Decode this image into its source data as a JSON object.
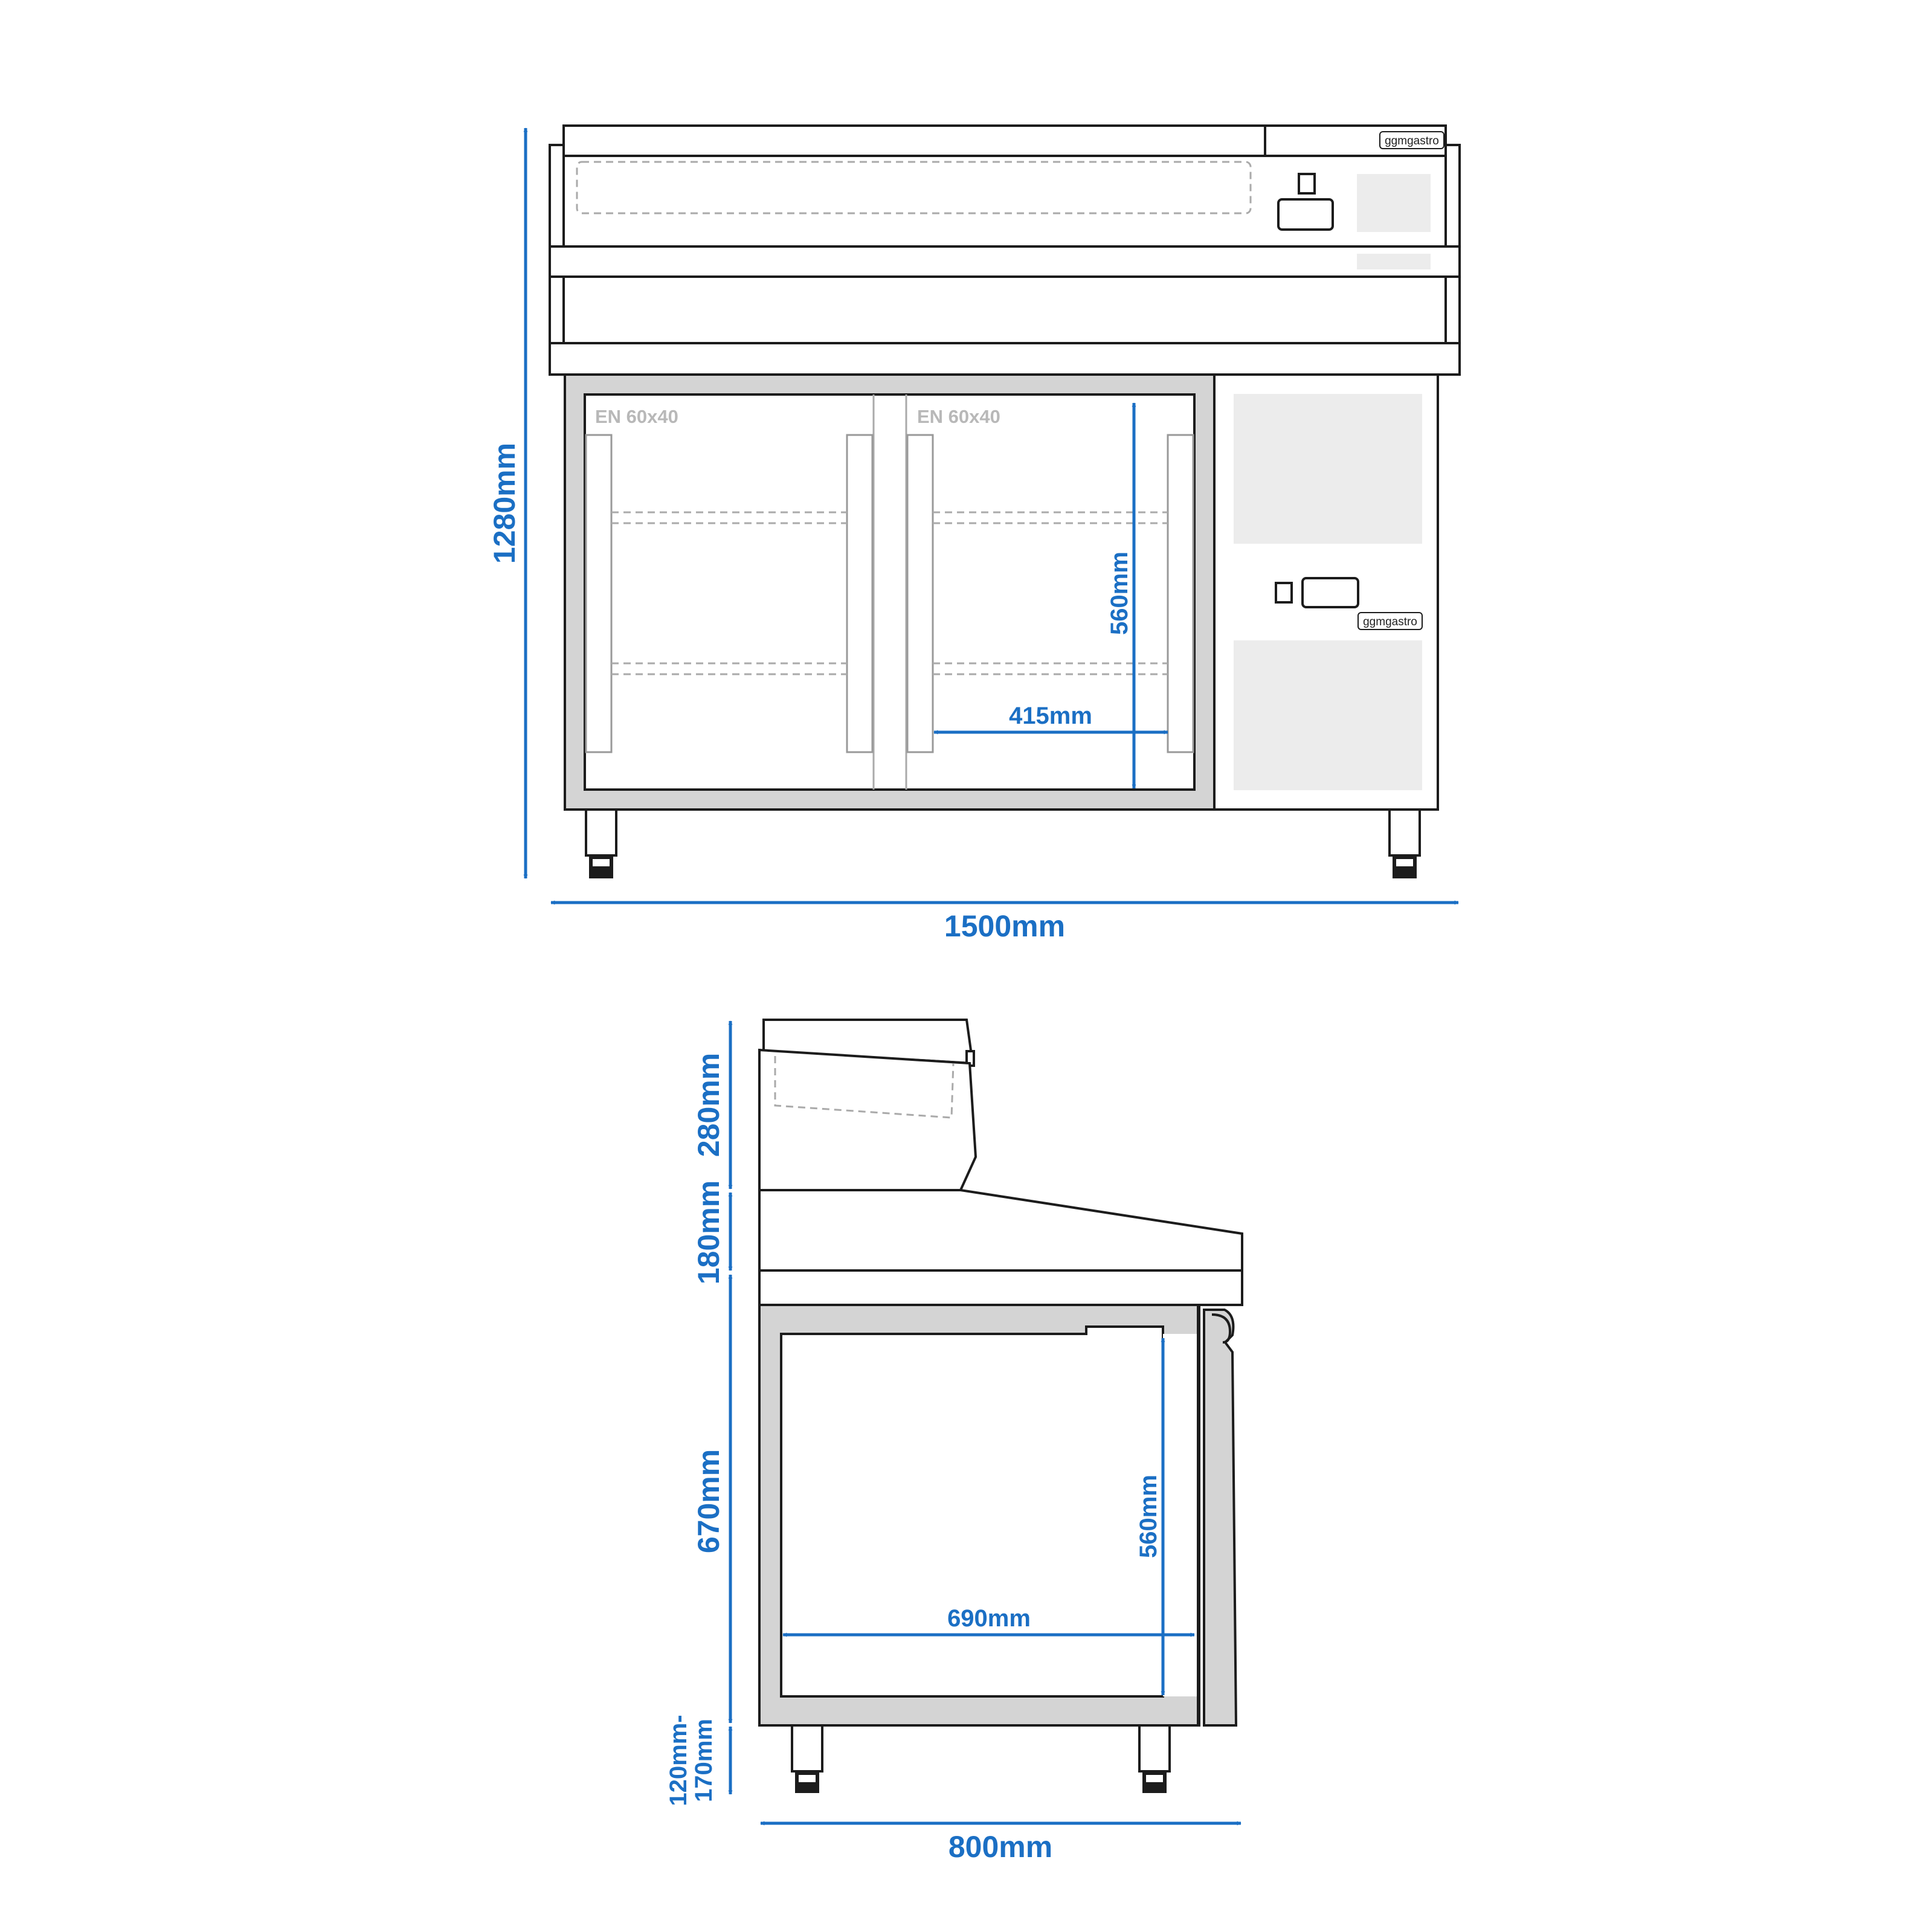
{
  "brand": "ggmgastro",
  "front_view": {
    "height_label": "1280mm",
    "width_label": "1500mm",
    "inner_height_label": "560mm",
    "inner_width_label": "415mm",
    "tray_left_label": "EN 60x40",
    "tray_right_label": "EN 60x40"
  },
  "side_view": {
    "top_label": "280mm",
    "upper_label": "180mm",
    "body_label": "670mm",
    "legs_label_line1": "120mm-",
    "legs_label_line2": "170mm",
    "inner_height_label": "560mm",
    "inner_depth_label": "690mm",
    "depth_label": "800mm"
  },
  "colors": {
    "dimension": "#1b6fc4",
    "outline": "#1c1c1c",
    "steel": "#d4d4d4",
    "panel": "#ececec"
  }
}
